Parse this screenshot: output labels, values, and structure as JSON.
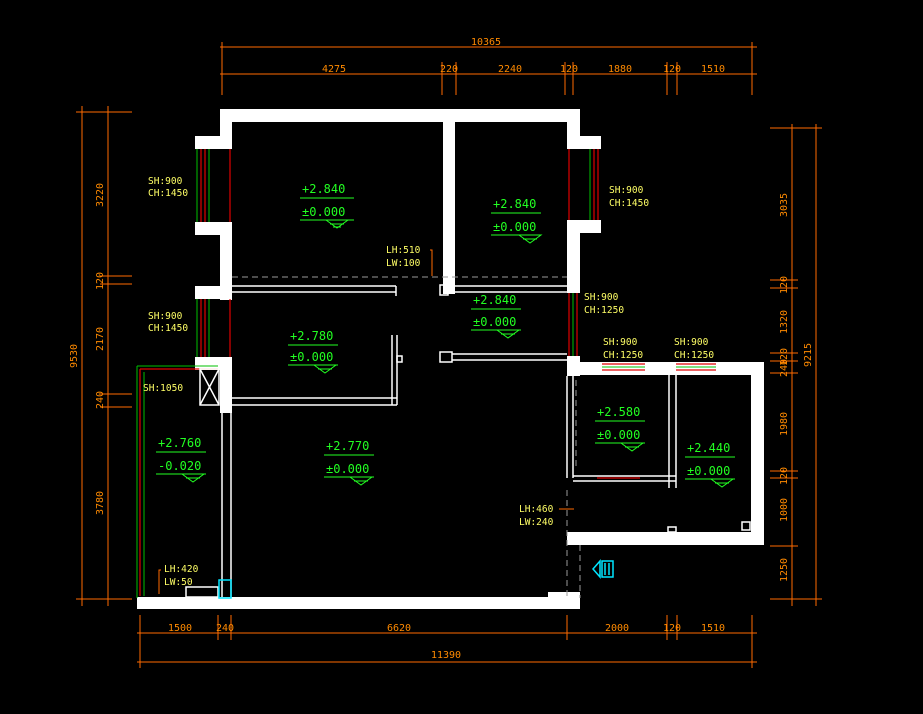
{
  "dimensions": {
    "top_total": "10365",
    "top_segments": [
      "4275",
      "220",
      "2240",
      "120",
      "1880",
      "120",
      "1510"
    ],
    "bottom_segments": [
      "1500",
      "240",
      "6620",
      "2000",
      "120",
      "1510"
    ],
    "bottom_total": "11390",
    "left_total": "9530",
    "left_segments": [
      "3220",
      "120",
      "2170",
      "240",
      "3780"
    ],
    "right_total": "9215",
    "right_segments": [
      "3035",
      "120",
      "1320",
      "120",
      "240",
      "1980",
      "120",
      "1000",
      "1250"
    ]
  },
  "openings": [
    {
      "sh": "SH:900",
      "ch": "CH:1450"
    },
    {
      "sh": "SH:900",
      "ch": "CH:1450"
    },
    {
      "sh": "SH:900",
      "ch": "CH:1450"
    },
    {
      "sh": "SH:900",
      "ch": "CH:1250"
    },
    {
      "sh": "SH:900",
      "ch": "CH:1250"
    },
    {
      "sh": "SH:900",
      "ch": "CH:1250"
    }
  ],
  "sh_single": "SH:1050",
  "lights": [
    {
      "lh": "LH:510",
      "lw": "LW:100"
    },
    {
      "lh": "LH:460",
      "lw": "LW:240"
    },
    {
      "lh": "LH:420",
      "lw": "LW:50"
    }
  ],
  "levels": [
    {
      "top": "+2.840",
      "bottom": "±0.000"
    },
    {
      "top": "+2.840",
      "bottom": "±0.000"
    },
    {
      "top": "+2.840",
      "bottom": "±0.000"
    },
    {
      "top": "+2.780",
      "bottom": "±0.000"
    },
    {
      "top": "+2.760",
      "bottom": "-0.020"
    },
    {
      "top": "+2.770",
      "bottom": "±0.000"
    },
    {
      "top": "+2.580",
      "bottom": "±0.000"
    },
    {
      "top": "+2.440",
      "bottom": "±0.000"
    }
  ],
  "colors": {
    "background": "#000000",
    "dimension": "#ff6a00",
    "label": "#ffff66",
    "level": "#22ff22",
    "wall": "#ffffff",
    "window": "#e00000",
    "entrance": "#00e5ff"
  },
  "icons": {
    "entrance": "entrance-arrow-icon"
  }
}
